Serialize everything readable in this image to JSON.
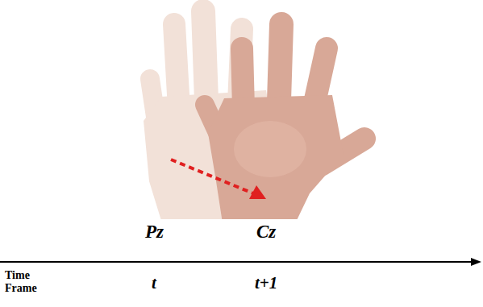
{
  "diagram": {
    "labels": [
      "Pz",
      "Cz",
      "Time Frame",
      "t",
      "t+1"
    ]
  }
}
